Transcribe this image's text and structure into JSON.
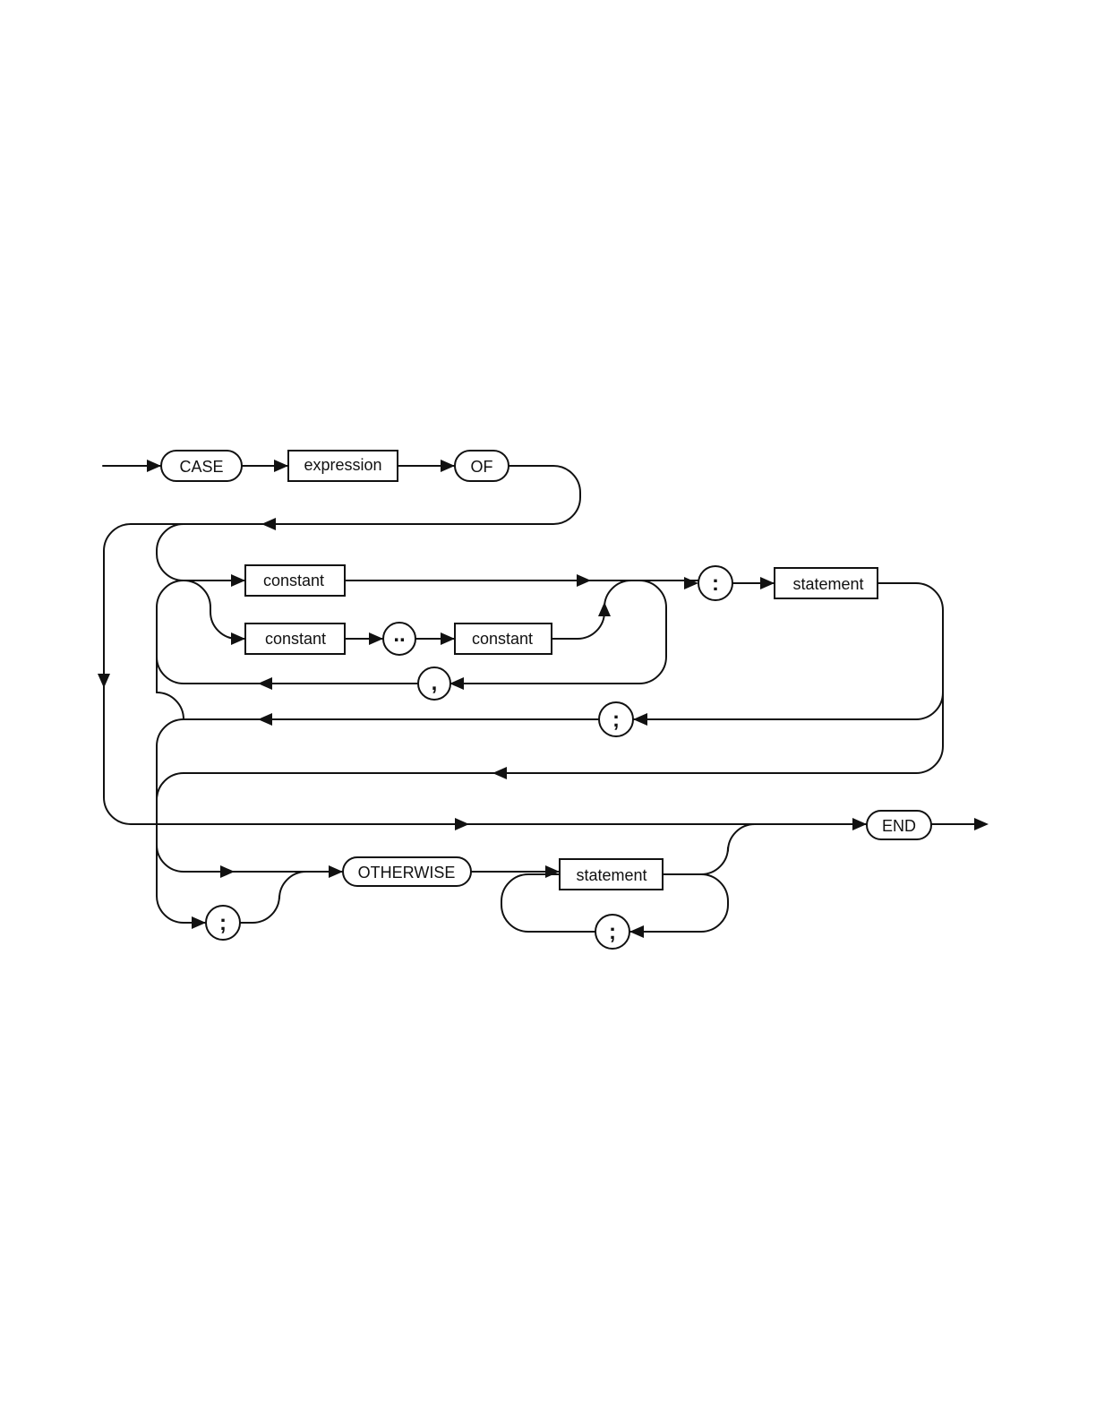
{
  "diagram": {
    "terminals": {
      "case": "CASE",
      "of": "OF",
      "end": "END",
      "otherwise": "OTHERWISE",
      "range": "..",
      "colon": ":",
      "comma": ",",
      "semicolon_cases": ";",
      "semicolon_before_otherwise": ";",
      "semicolon_otherwise_stmts": ";"
    },
    "nonterminals": {
      "expression": "expression",
      "constant_single": "constant",
      "constant_range_from": "constant",
      "constant_range_to": "constant",
      "statement_case": "statement",
      "statement_otherwise": "statement"
    }
  }
}
